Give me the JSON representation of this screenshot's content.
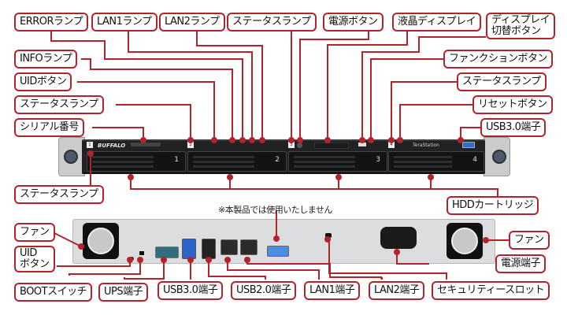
{
  "diagram": {
    "front_labels": {
      "error_lamp": "ERRORランプ",
      "lan1_lamp": "LAN1ランプ",
      "lan2_lamp": "LAN2ランプ",
      "status_lamp_top": "ステータスランプ",
      "power_button": "電源ボタン",
      "lcd_display": "液晶ディスプレイ",
      "display_switch_button_line1": "ディスプレイ",
      "display_switch_button_line2": "切替ボタン",
      "info_lamp": "INFOランプ",
      "uid_button": "UIDボタン",
      "status_lamp_left": "ステータスランプ",
      "serial_number": "シリアル番号",
      "function_button": "ファンクションボタン",
      "status_lamp_right": "ステータスランプ",
      "reset_button": "リセットボタン",
      "usb30_port_front": "USB3.0端子",
      "status_lamp_bottom": "ステータスランプ",
      "hdd_cartridge": "HDDカートリッジ"
    },
    "rear_labels": {
      "fan_left": "ファン",
      "uid_button_line1": "UID",
      "uid_button_line2": "ボタン",
      "boot_switch": "BOOTスイッチ",
      "ups_port": "UPS端子",
      "usb30_port": "USB3.0端子",
      "usb20_port": "USB2.0端子",
      "lan1_port": "LAN1端子",
      "lan2_port": "LAN2端子",
      "security_slot": "セキュリティースロット",
      "fan_right": "ファン",
      "power_port": "電源端子"
    },
    "note": "※本製品では使用いたしません",
    "device": {
      "brand": "BUFFALO",
      "model": "TeraStation",
      "bays": [
        "1",
        "2",
        "3",
        "4"
      ],
      "bay_tags": [
        "1",
        "2",
        "3",
        "4"
      ]
    },
    "colors": {
      "callout": "#b3232c",
      "front_panel": "#202224",
      "rear_panel": "#dcdddf"
    }
  }
}
